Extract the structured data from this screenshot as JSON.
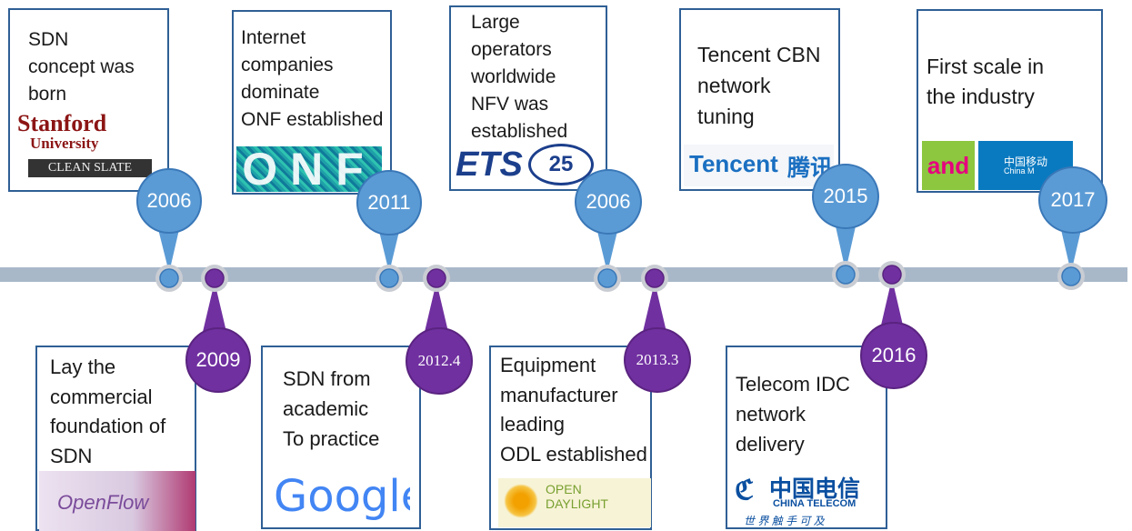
{
  "events_top": [
    {
      "year": "2006",
      "text": " SDN\nconcept was\nborn",
      "logo": "Stanford University logo",
      "logo_text1": "Stanford",
      "logo_text2": "University",
      "logo_text3": "CLEAN SLATE"
    },
    {
      "year": "2011",
      "text": " Internet\ncompanies\ndominate\nONF established",
      "logo": "ONF logo",
      "logo_text1": "ONF"
    },
    {
      "year": "2006",
      "text": " Large\noperators\nworldwide\nNFV was\nestablished",
      "logo": "ETSI 25 anniversary logo",
      "logo_text1": "ETS",
      "logo_text2": "25"
    },
    {
      "year": "2015",
      "text": "Tencent CBN\nnetwork\ntuning",
      "logo": "Tencent logo",
      "logo_text1": "Tencent",
      "logo_text2": "腾讯"
    },
    {
      "year": "2017",
      "text": "First scale in\nthe industry",
      "logo": "China Mobile logo",
      "logo_text1": "and",
      "logo_text2": "中国移动",
      "logo_text3": "China M"
    }
  ],
  "events_bottom": [
    {
      "year": "2009",
      "text": "Lay the\ncommercial\nfoundation of\nSDN",
      "logo": "OpenFlow logo",
      "logo_text1": "OpenFlow"
    },
    {
      "year": "2012.4",
      "text": "SDN from\nacademic\nTo practice",
      "logo": "Google logo",
      "logo_text1": "Google"
    },
    {
      "year": "2013.3",
      "text": "Equipment\nmanufacturer\nleading\nODL established",
      "logo": "OpenDaylight logo",
      "logo_text1": "OPEN",
      "logo_text2": "DAYLIGHT"
    },
    {
      "year": "2016",
      "text": "Telecom IDC\nnetwork\ndelivery",
      "logo": "China Telecom logo",
      "logo_text1": "中国电信",
      "logo_text2": "CHINA TELECOM",
      "logo_text3": "世 界 触 手 可 及"
    }
  ],
  "colors": {
    "blue": "#5b9bd5",
    "purple": "#7030a0",
    "line": "#a9b8c9",
    "border": "#2f5f95"
  }
}
